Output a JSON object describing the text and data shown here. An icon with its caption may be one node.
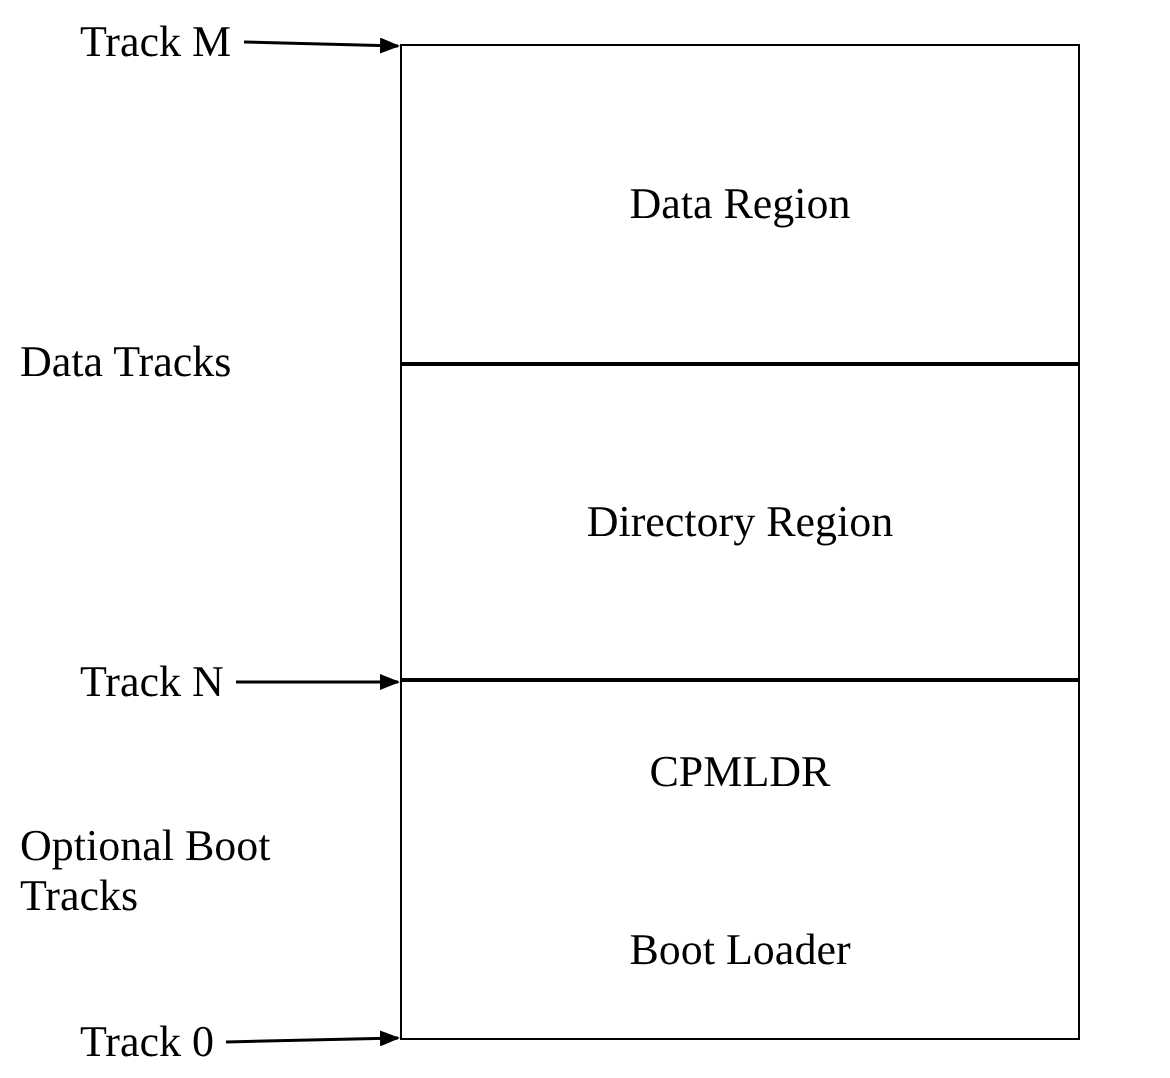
{
  "diagram": {
    "nodes": [
      {
        "text": [
          "Data Region"
        ]
      },
      {
        "text": [
          "Directory Region"
        ]
      },
      {
        "text": [
          "CPMLDR",
          "Boot Loader"
        ]
      },
      {
        "text": [
          "Track M"
        ]
      },
      {
        "text": [
          "Track N"
        ]
      },
      {
        "text": [
          "Track 0"
        ]
      }
    ],
    "edges": [
      {
        "from": 3,
        "to": 0,
        "arrow": "to"
      },
      {
        "from": 4,
        "to": 2,
        "arrow": "to"
      },
      {
        "from": 5,
        "to": 2,
        "arrow": "to"
      }
    ],
    "labels": [
      "Data Tracks",
      "Optional Boot Tracks"
    ]
  }
}
